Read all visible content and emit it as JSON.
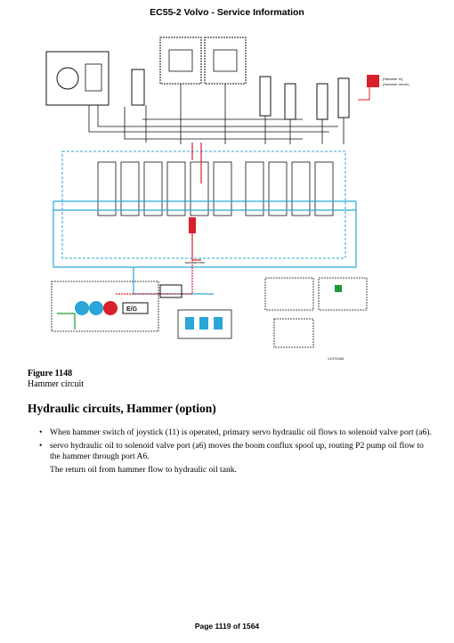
{
  "header": {
    "title": "EC55-2 Volvo - Service Information"
  },
  "figure": {
    "number": "Figure 1148",
    "caption": "Hammer circuit",
    "diagram_labels": {
      "hammer": "(Hammer in)\n(Hammer return)",
      "ref": "V1075446",
      "eg": "E/G",
      "hammer_valve": "add hammer"
    },
    "colors": {
      "blue_line": "#2aa6d8",
      "red_line": "#d8202a",
      "green_line": "#1a9a3a",
      "black_line": "#111111"
    }
  },
  "section": {
    "title": "Hydraulic circuits, Hammer (option)"
  },
  "body": {
    "bullets": [
      "When hammer switch of joystick (11) is operated, primary servo hydraulic oil flows to solenoid valve port (a6).",
      "servo hydraulic oil to solenoid valve port (a6) moves the boom conflux spool up, routing P2 pump oil flow to the hammer through port A6."
    ],
    "paragraph": "The return oil from hammer flow to hydraulic oil tank."
  },
  "footer": {
    "page": "Page 1119 of 1564"
  }
}
